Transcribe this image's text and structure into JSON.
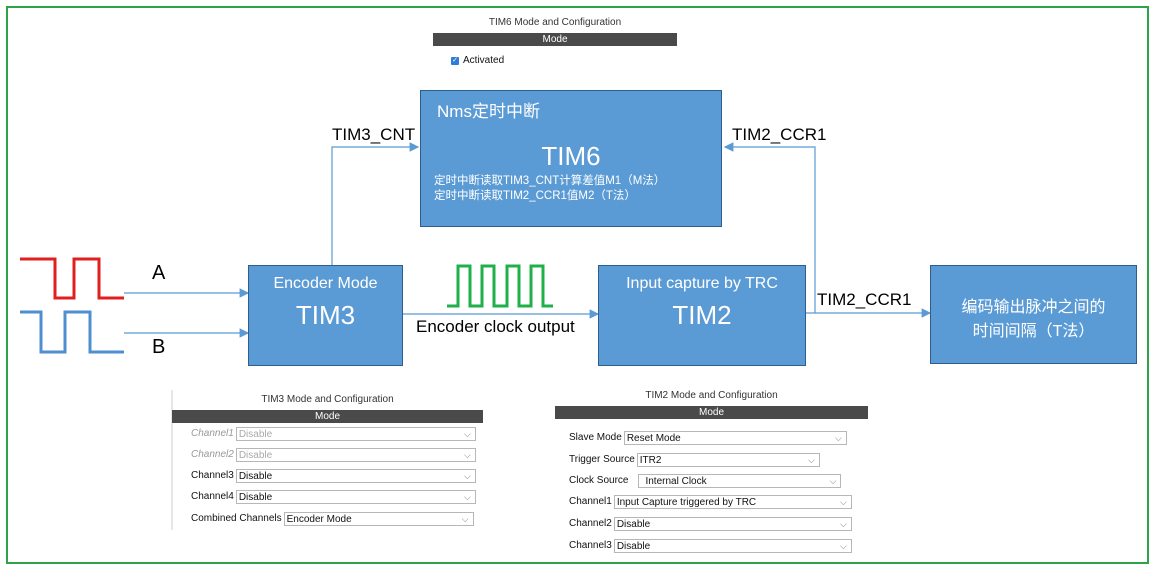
{
  "colors": {
    "frame": "#2fa34a",
    "box": "#5b9bd5",
    "arrow": "#5b9bd5",
    "signal_a": "#e0201e",
    "signal_b": "#4f8fd0",
    "clock": "#1fb04a",
    "bar": "#4a4a4a"
  },
  "tim6_panel": {
    "title": "TIM6 Mode and Configuration",
    "mode": "Mode",
    "activated": "Activated"
  },
  "tim6_box": {
    "heading": "Nms定时中断",
    "name": "TIM6",
    "line1": "定时中断读取TIM3_CNT计算差值M1（M法）",
    "line2": "定时中断读取TIM2_CCR1值M2（T法）"
  },
  "encoder_box": {
    "heading": "Encoder Mode",
    "name": "TIM3"
  },
  "capture_box": {
    "heading": "Input capture by TRC",
    "name": "TIM2"
  },
  "output_box": {
    "line1": "编码输出脉冲之间的",
    "line2": "时间间隔（T法）"
  },
  "labels": {
    "a": "A",
    "b": "B",
    "tim3_cnt": "TIM3_CNT",
    "tim2_ccr1_top": "TIM2_CCR1",
    "tim2_ccr1_right": "TIM2_CCR1",
    "encoder_clock": "Encoder clock output"
  },
  "tim3_panel": {
    "title": "TIM3 Mode and Configuration",
    "mode": "Mode",
    "rows": [
      {
        "label": "Channel1",
        "value": "Disable"
      },
      {
        "label": "Channel2",
        "value": "Disable"
      },
      {
        "label": "Channel3",
        "value": "Disable"
      },
      {
        "label": "Channel4",
        "value": "Disable"
      },
      {
        "label": "Combined Channels",
        "value": "Encoder Mode"
      }
    ]
  },
  "tim2_panel": {
    "title": "TIM2 Mode and Configuration",
    "mode": "Mode",
    "rows": [
      {
        "label": "Slave Mode",
        "value": "Reset Mode"
      },
      {
        "label": "Trigger Source",
        "value": "ITR2"
      },
      {
        "label": "Clock Source",
        "value": "Internal Clock"
      },
      {
        "label": "Channel1",
        "value": "Input Capture triggered by TRC"
      },
      {
        "label": "Channel2",
        "value": "Disable"
      },
      {
        "label": "Channel3",
        "value": "Disable"
      }
    ]
  }
}
